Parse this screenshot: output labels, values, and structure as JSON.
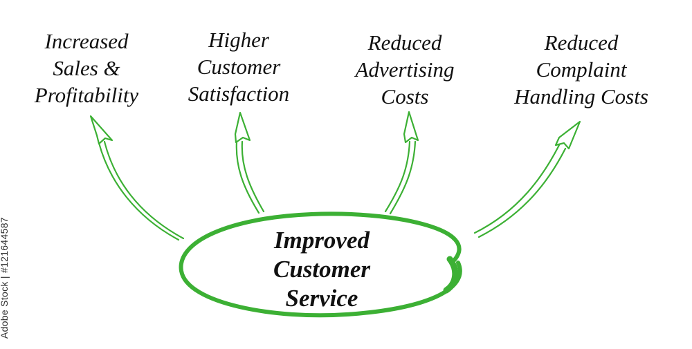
{
  "diagram": {
    "center": {
      "lines": [
        "Improved",
        "Customer",
        "Service"
      ]
    },
    "benefits": [
      {
        "lines": [
          "Increased",
          "Sales &",
          "Profitability"
        ]
      },
      {
        "lines": [
          "Higher",
          "Customer",
          "Satisfaction"
        ]
      },
      {
        "lines": [
          "Reduced",
          "Advertising",
          "Costs"
        ]
      },
      {
        "lines": [
          "Reduced",
          "Complaint",
          "Handling Costs"
        ]
      }
    ]
  },
  "watermark": {
    "text": "Adobe Stock | #121644587"
  },
  "colors": {
    "accent": "#3cb034",
    "text": "#111111"
  }
}
